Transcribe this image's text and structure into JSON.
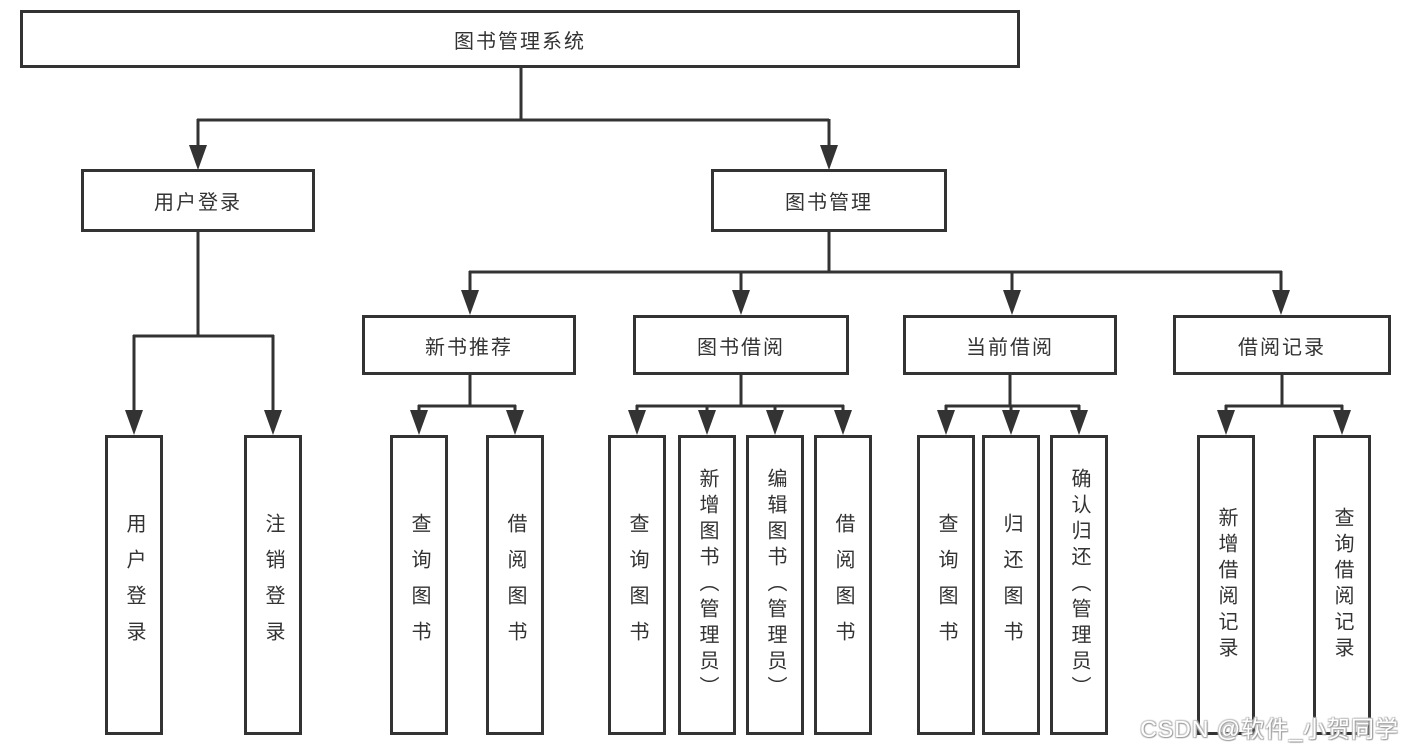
{
  "diagram": {
    "root": {
      "label": "图书管理系统"
    },
    "branches": [
      {
        "label": "用户登录",
        "leaves": [
          "用户登录",
          "注销登录"
        ]
      },
      {
        "label": "图书管理",
        "children": [
          {
            "label": "新书推荐",
            "leaves": [
              "查询图书",
              "借阅图书"
            ]
          },
          {
            "label": "图书借阅",
            "leaves": [
              "查询图书",
              "新增图书（管理员）",
              "编辑图书（管理员）",
              "借阅图书"
            ]
          },
          {
            "label": "当前借阅",
            "leaves": [
              "查询图书",
              "归还图书",
              "确认归还（管理员）"
            ]
          },
          {
            "label": "借阅记录",
            "leaves": [
              "新增借阅记录",
              "查询借阅记录"
            ]
          }
        ]
      }
    ]
  },
  "colors": {
    "line": "#333333",
    "box_border": "#333333",
    "text": "#333333",
    "background": "#ffffff",
    "watermark_fill": "#ffffff",
    "watermark_shadow": "#9a9a9a"
  },
  "watermark": {
    "text": "CSDN @软件_小贺同学"
  }
}
